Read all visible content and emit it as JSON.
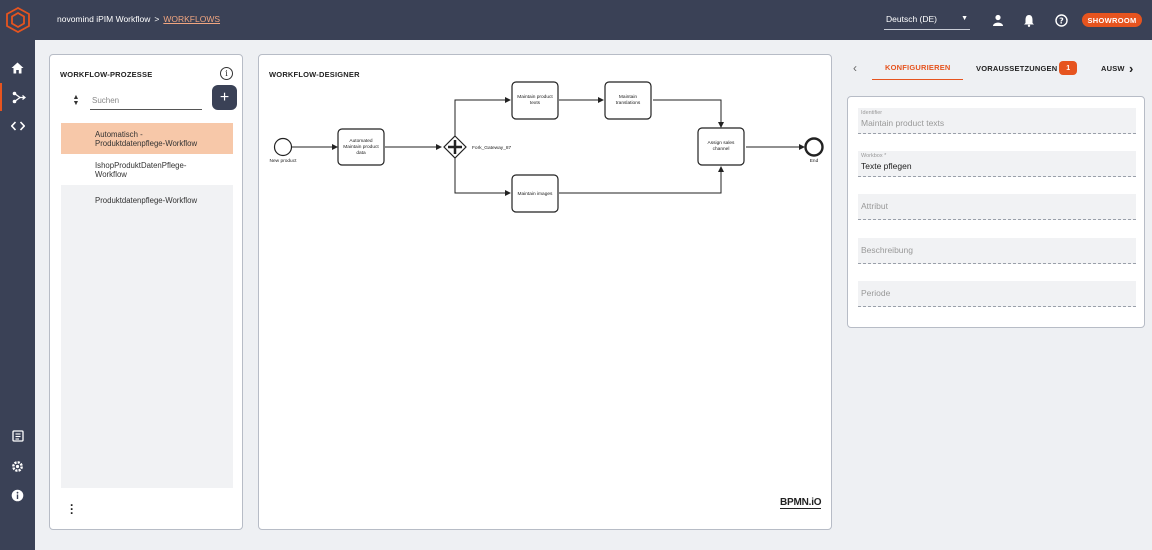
{
  "header": {
    "app_name": "novomind iPIM Workflow",
    "separator": ">",
    "section_link": "WORKFLOWS",
    "language": "Deutsch (DE)",
    "showroom_label": "SHOWROOM"
  },
  "sidenav": {
    "items": [
      "home-icon",
      "workflow-icon",
      "code-icon"
    ],
    "bottom_items": [
      "book-icon",
      "settings-icon",
      "info-icon"
    ]
  },
  "left_panel": {
    "title": "WORKFLOW-PROZESSE",
    "search_placeholder": "Suchen",
    "items": [
      {
        "label": "Automatisch -\nProduktdatenpflege-Workflow",
        "selected": true
      },
      {
        "label": "IshopProduktDatenPflege-\nWorkflow",
        "selected": false
      },
      {
        "label": "Produktdatenpflege-Workflow",
        "selected": false
      }
    ]
  },
  "designer": {
    "title": "WORKFLOW-DESIGNER",
    "nodes": {
      "start_label": "New product",
      "task1": [
        "Automated",
        "Maintain product",
        "data"
      ],
      "gateway_label": "Fork_Gateway_87",
      "task_texts": [
        "Maintain product",
        "texts"
      ],
      "task_translations": [
        "Maintain",
        "translations"
      ],
      "task_images": [
        "Maintain images"
      ],
      "task_sales": [
        "Assign sales",
        "channel"
      ],
      "end_label": "End"
    },
    "brand": "BPMN.iO"
  },
  "right_panel": {
    "tabs": [
      {
        "label": "KONFIGURIEREN",
        "active": true
      },
      {
        "label": "VORAUSSETZUNGEN",
        "badge": "1"
      },
      {
        "label": "AUSW"
      }
    ],
    "fields": {
      "identifier_label": "Identifier",
      "identifier_value": "Maintain product texts",
      "workbox_label": "Workbox *",
      "workbox_value": "Texte pflegen",
      "attribut_placeholder": "Attribut",
      "beschreibung_placeholder": "Beschreibung",
      "periode_placeholder": "Periode"
    }
  },
  "colors": {
    "accent": "#e6541f",
    "nav_bg": "#3a4156",
    "selected_item": "#f7c8a9"
  }
}
